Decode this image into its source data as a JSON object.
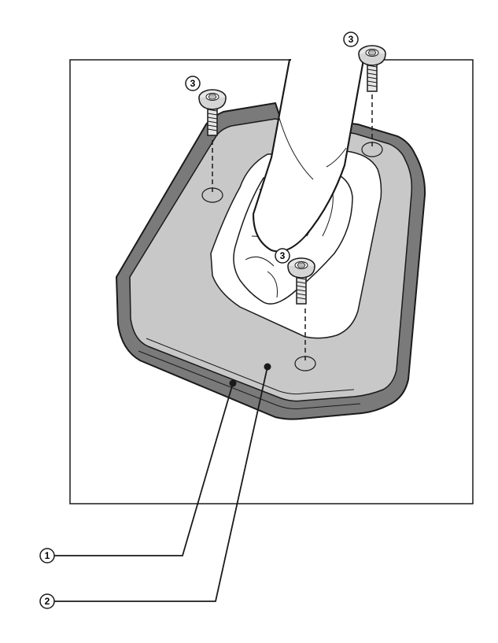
{
  "callouts": {
    "part1": "1",
    "part2": "2",
    "screw_top_left": "3",
    "screw_top_right": "3",
    "screw_center": "3"
  },
  "colors": {
    "plate_fill": "#c8c8c8",
    "rim_fill": "#7a7a7a",
    "outline": "#1a1a1a",
    "screw_fill": "#e6e6e6"
  }
}
